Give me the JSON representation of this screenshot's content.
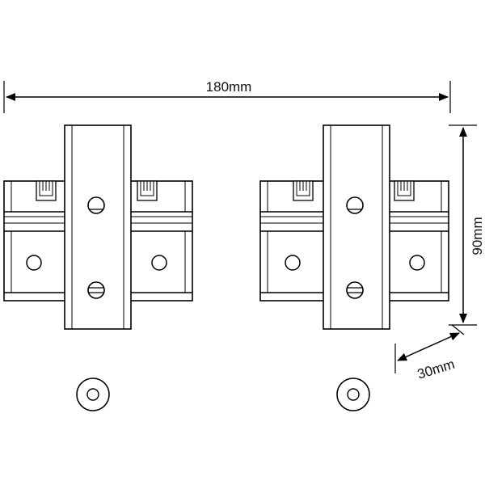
{
  "diagram": {
    "dimensions": {
      "width_label": "180mm",
      "height_label": "90mm",
      "depth_label": "30mm"
    },
    "parts": [
      {
        "name": "left-bracket-assembly"
      },
      {
        "name": "right-bracket-assembly"
      }
    ],
    "washers": [
      {
        "name": "left-washer"
      },
      {
        "name": "right-washer"
      }
    ]
  }
}
